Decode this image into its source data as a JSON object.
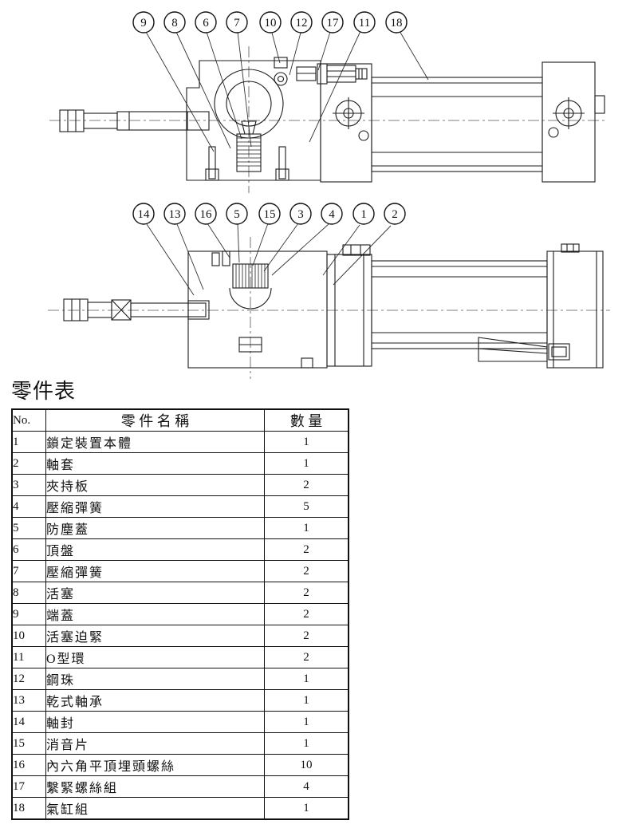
{
  "page": {
    "heading": "零件表"
  },
  "drawing_top": {
    "callouts": [
      "9",
      "8",
      "6",
      "7",
      "10",
      "12",
      "17",
      "11",
      "18"
    ]
  },
  "drawing_bottom": {
    "callouts": [
      "14",
      "13",
      "16",
      "5",
      "15",
      "3",
      "4",
      "1",
      "2"
    ]
  },
  "parts_table": {
    "headers": {
      "no": "No.",
      "name": "零 件 名 稱",
      "qty": "數 量"
    },
    "rows": [
      {
        "no": "1",
        "name": "鎖定裝置本體",
        "qty": "1"
      },
      {
        "no": "2",
        "name": "軸套",
        "qty": "1"
      },
      {
        "no": "3",
        "name": "夾持板",
        "qty": "2"
      },
      {
        "no": "4",
        "name": "壓縮彈簧",
        "qty": "5"
      },
      {
        "no": "5",
        "name": "防塵蓋",
        "qty": "1"
      },
      {
        "no": "6",
        "name": "頂盤",
        "qty": "2"
      },
      {
        "no": "7",
        "name": "壓縮彈簧",
        "qty": "2"
      },
      {
        "no": "8",
        "name": "活塞",
        "qty": "2"
      },
      {
        "no": "9",
        "name": "端蓋",
        "qty": "2"
      },
      {
        "no": "10",
        "name": "活塞迫緊",
        "qty": "2"
      },
      {
        "no": "11",
        "name": "O型環",
        "qty": "2"
      },
      {
        "no": "12",
        "name": "鋼珠",
        "qty": "1"
      },
      {
        "no": "13",
        "name": "乾式軸承",
        "qty": "1"
      },
      {
        "no": "14",
        "name": "軸封",
        "qty": "1"
      },
      {
        "no": "15",
        "name": "消音片",
        "qty": "1"
      },
      {
        "no": "16",
        "name": "內六角平頂埋頭螺絲",
        "qty": "10"
      },
      {
        "no": "17",
        "name": "繫緊螺絲組",
        "qty": "4"
      },
      {
        "no": "18",
        "name": "氣缸組",
        "qty": "1"
      }
    ]
  }
}
